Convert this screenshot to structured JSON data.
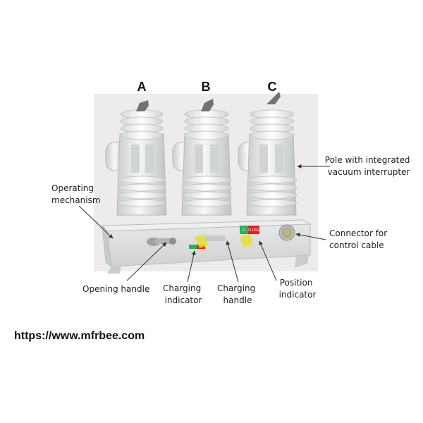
{
  "phases": [
    "A",
    "B",
    "C"
  ],
  "callouts": {
    "pole": [
      "Pole with integrated",
      "vacuum interrupter"
    ],
    "operating_mechanism": [
      "Operating",
      "mechanism"
    ],
    "connector": [
      "Connector for",
      "control cable"
    ],
    "opening_handle": [
      "Opening handle"
    ],
    "charging_indicator": [
      "Charging",
      "indicator"
    ],
    "charging_handle": [
      "Charging",
      "handle"
    ],
    "position_indicator": [
      "Position",
      "indicator"
    ]
  },
  "indicator_labels": {
    "position_left": "O",
    "position_right": "CLOSE"
  },
  "website": "https://www.mfrbee.com",
  "colors": {
    "backdrop": "#ececec",
    "housing": "#dcdedd",
    "pole_body": "#e8ebea",
    "fins": "#f4f6f5",
    "indicator_green": "#2bb24a",
    "indicator_red": "#e02020",
    "handle_yellow": "#e8df2b"
  }
}
